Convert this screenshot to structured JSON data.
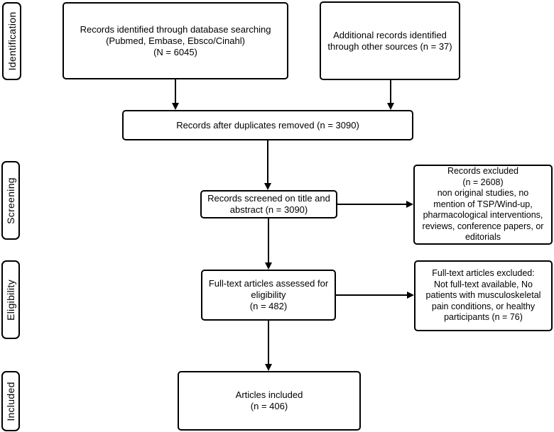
{
  "figure_type": "prisma-flow-diagram",
  "colors": {
    "line": "#000000",
    "background": "#ffffff",
    "text": "#000000"
  },
  "sidebar": {
    "identification": "Identification",
    "screening": "Screening",
    "eligibility": "Eligibility",
    "included": "Included"
  },
  "boxes": {
    "records_identified": "Records identified through database searching\n(Pubmed, Embase, Ebsco/Cinahl)\n(N = 6045)",
    "additional_records": "Additional records identified\nthrough other sources (n = 37)",
    "after_duplicates": "Records after duplicates removed (n = 3090)",
    "records_screened": "Records screened on title and\nabstract (n = 3090)",
    "records_excluded": "Records excluded\n(n = 2608)\nnon original studies, no\nmention of TSP/Wind-up,\npharmacological interventions,\nreviews, conference papers, or\neditorials",
    "fulltext_assessed": "Full-text articles assessed for\neligibility\n(n = 482)",
    "fulltext_excluded": "Full-text articles excluded:\nNot full-text available, No\npatients with musculoskeletal\npain conditions, or healthy\nparticipants (n = 76)",
    "articles_included": "Articles included\n(n = 406)"
  },
  "counts": {
    "database_records": 6045,
    "other_sources": 37,
    "after_duplicates": 3090,
    "screened": 3090,
    "excluded_screening": 2608,
    "fulltext_assessed": 482,
    "fulltext_excluded": 76,
    "included": 406
  }
}
